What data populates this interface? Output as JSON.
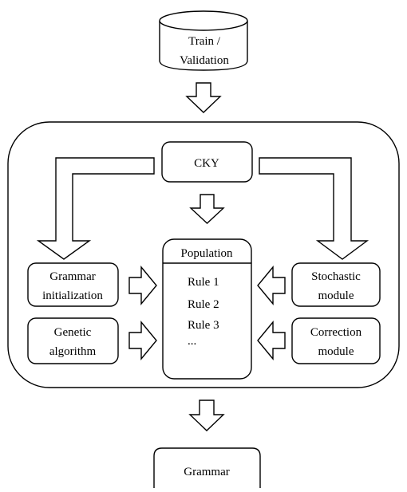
{
  "nodes": {
    "dataset": {
      "line1": "Train /",
      "line2": "Validation"
    },
    "cky": {
      "label": "CKY"
    },
    "population": {
      "title": "Population",
      "rules": [
        "Rule 1",
        "Rule 2",
        "Rule 3",
        "..."
      ]
    },
    "grammar_init": {
      "line1": "Grammar",
      "line2": "initialization"
    },
    "genetic": {
      "line1": "Genetic",
      "line2": "algorithm"
    },
    "stochastic": {
      "line1": "Stochastic",
      "line2": "module"
    },
    "correction": {
      "line1": "Correction",
      "line2": "module"
    },
    "grammar_out": {
      "label": "Grammar"
    }
  },
  "colors": {
    "stroke": "#000000",
    "fill": "#ffffff"
  }
}
